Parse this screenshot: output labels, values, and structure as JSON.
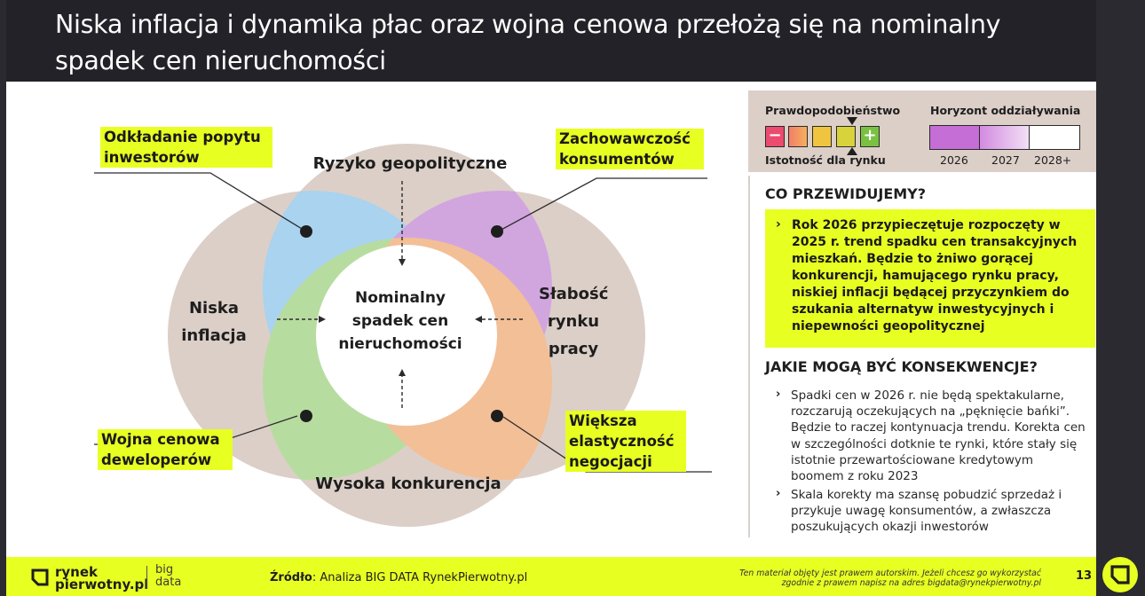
{
  "title": "Niska inflacja i dynamika płac oraz wojna cenowa przełożą się na nominalny spadek cen nieruchomości",
  "diagram": {
    "center": "Nominalny spadek cen nieruchomości",
    "top": "Ryzyko geopolityczne",
    "left": "Niska inflacja",
    "right": "Słabość rynku pracy",
    "bottom": "Wysoka konkurencja",
    "callouts": {
      "top_left": "Odkładanie popytu inwestorów",
      "top_right": "Zachowawczość konsumentów",
      "bottom_left": "Wojna cenowa deweloperów",
      "bottom_right": "Większa elastyczność negocjacji"
    },
    "colors": {
      "circle": "#dccfc8",
      "blue": "#a9d3ef",
      "purple": "#d1a6df",
      "green": "#b7dca0",
      "orange": "#f3bf97",
      "highlight": "#e8ff22"
    }
  },
  "legend": {
    "probability_label": "Prawdopodobieństwo",
    "impact_label": "Istotność dla rynku",
    "horizon_label": "Horyzont oddziaływania",
    "minus_icon": "minus-icon",
    "plus_icon": "plus-icon",
    "marker_icon": "triangle-marker-icon",
    "years": [
      "2026",
      "2027",
      "2028+"
    ]
  },
  "predict": {
    "heading": "CO PRZEWIDUJEMY?",
    "text": "Rok 2026 przypieczętuje rozpoczęty w 2025 r. trend spadku cen transakcyjnych mieszkań. Będzie to żniwo gorącej konkurencji, hamującego rynku pracy, niskiej inflacji będącej przyczynkiem do szukania alternatyw inwestycyjnych i niepewności geopolitycznej"
  },
  "consequences": {
    "heading": "JAKIE MOGĄ BYĆ KONSEKWENCJE?",
    "bullets": [
      "Spadki cen w 2026 r. nie będą spektakularne, rozczarują oczekujących na „pęknięcie bańki”. Będzie to raczej kontynuacja trendu. Korekta cen w szczególności dotknie te rynki, które stały się istotnie przewartościowane kredytowym boomem z roku 2023",
      "Skala korekty ma szansę pobudzić sprzedaż i przykuje uwagę konsumentów, a zwłaszcza poszukujących okazji inwestorów"
    ]
  },
  "footer": {
    "brand_line1": "rynek",
    "brand_line2": "pierwotny.pl",
    "brand2_line1": "big",
    "brand2_line2": "data",
    "source_label": "Źródło",
    "source_text": ": Analiza BIG DATA RynekPierwotny.pl",
    "copyright_line1": "Ten materiał objęty jest prawem autorskim. Jeżeli chcesz go wykorzystać",
    "copyright_line2": "zgodnie z prawem napisz na adres bigdata@rynekpierwotny.pl",
    "page": "13"
  }
}
